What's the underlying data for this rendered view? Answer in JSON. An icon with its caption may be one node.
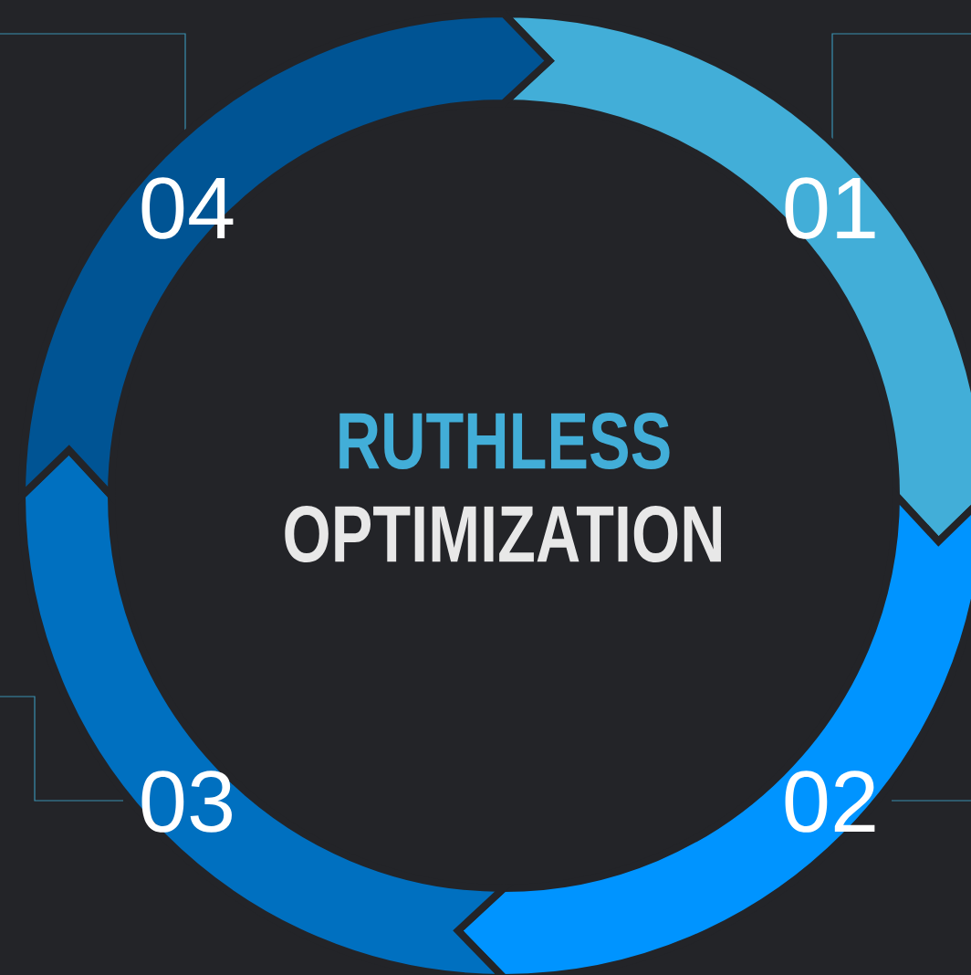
{
  "diagram": {
    "nodes": [
      {
        "text": [
          "01"
        ]
      },
      {
        "text": [
          "02"
        ]
      },
      {
        "text": [
          "03"
        ]
      },
      {
        "text": [
          "04"
        ]
      }
    ],
    "labels": [
      "RUTHLESS",
      "OPTIMIZATION"
    ]
  }
}
